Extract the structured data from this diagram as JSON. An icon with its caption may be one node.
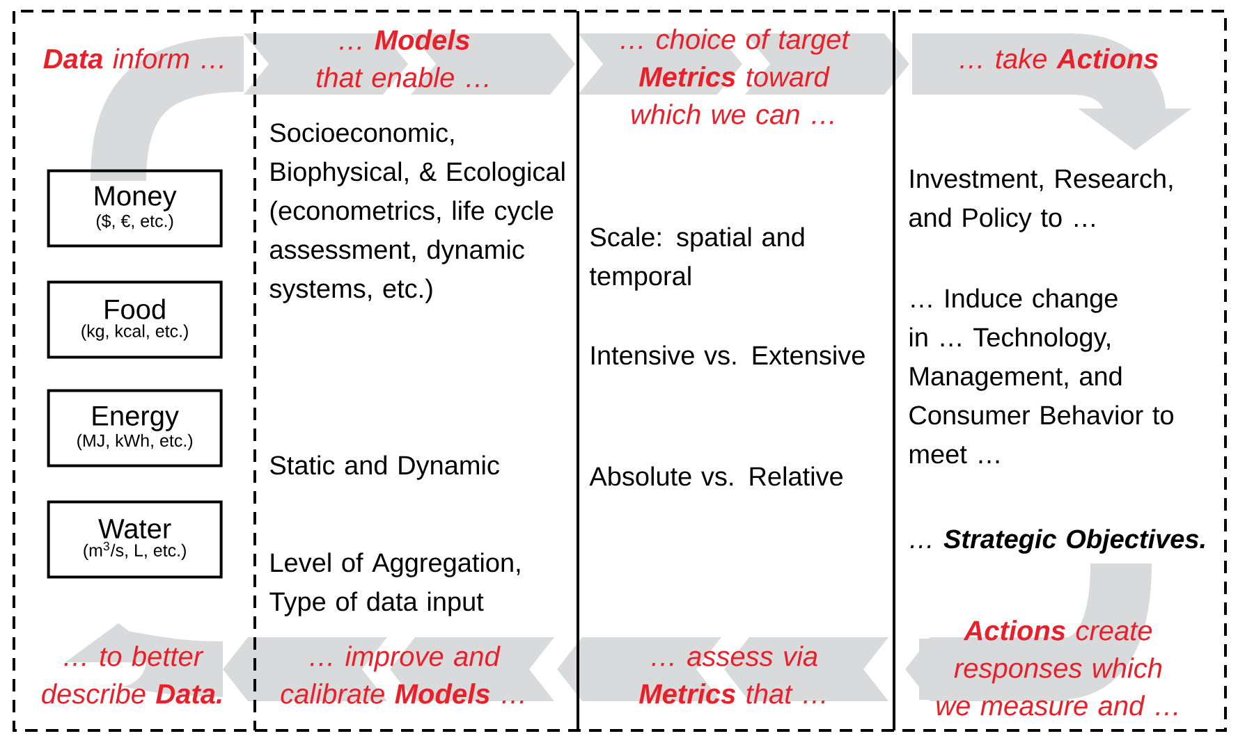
{
  "diagram": {
    "nodes": [
      {
        "text": [
          "**Data** inform …",
          "… to  better describe **Data.**"
        ]
      },
      {
        "text": [
          "Money",
          "($, €, etc.)"
        ],
        "in": 0
      },
      {
        "text": [
          "Food",
          "(kg, kcal, etc.)"
        ],
        "in": 0
      },
      {
        "text": [
          "Energy",
          "(MJ, kWh, etc.)"
        ],
        "in": 0
      },
      {
        "text": [
          "Water",
          "(m$^{3}$/s, L, etc.)"
        ],
        "in": 0
      },
      {
        "text": [
          "… **Models** that enable …",
          "Socioeconomic, Biophysical, & Ecological (econometrics, life cycle assessment, dynamic systems, etc.)",
          "Static and Dynamic",
          "Level of Aggregation, Type of data input",
          "… improve and calibrate  **Models** …"
        ]
      },
      {
        "text": [
          "… choice of target **Metrics** toward which we can …",
          "Scale: spatial and temporal",
          "Intensive vs. Extensive",
          "Absolute vs. Relative",
          "… assess via **Metrics** that …"
        ]
      },
      {
        "text": [
          "… take **Actions**",
          "Investment, Research, and Policy to …",
          "… Induce change in … Technology, Management, and Consumer Behavior to meet …",
          "… **Strategic Objectives.**",
          "**Actions** create responses which we measure and …"
        ]
      }
    ]
  }
}
